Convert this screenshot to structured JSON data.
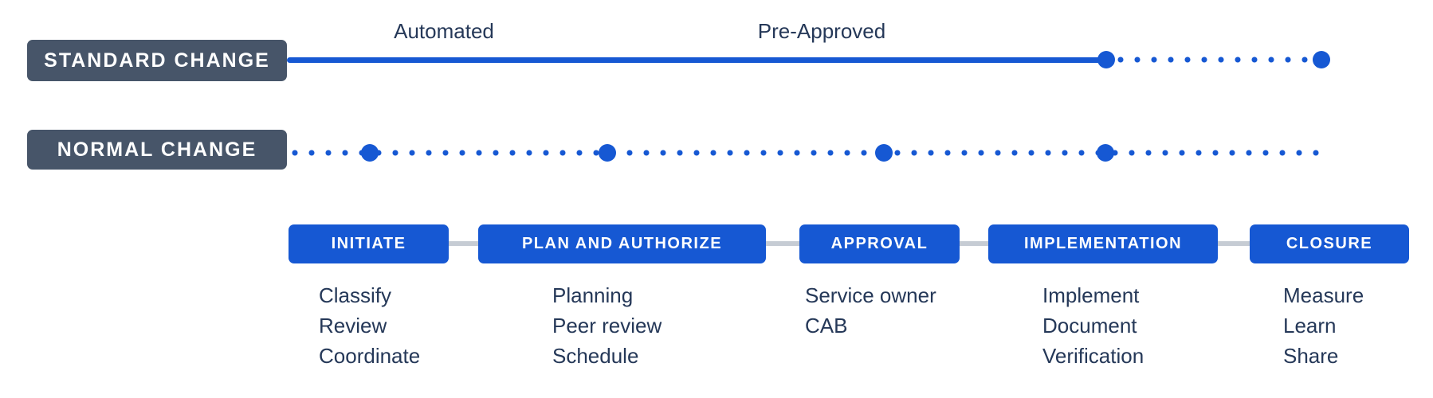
{
  "colors": {
    "blue": "#1658d3",
    "slate": "#475569",
    "navy": "#253858",
    "connector": "#c6ccd4",
    "background": "#ffffff"
  },
  "tracks": {
    "standard": {
      "label": "STANDARD CHANGE"
    },
    "normal": {
      "label": "NORMAL CHANGE"
    }
  },
  "annotations": {
    "automated": "Automated",
    "pre_approved": "Pre-Approved"
  },
  "stages": [
    {
      "label": "INITIATE",
      "items": [
        "Classify",
        "Review",
        "Coordinate"
      ]
    },
    {
      "label": "PLAN AND AUTHORIZE",
      "items": [
        "Planning",
        "Peer review",
        "Schedule"
      ]
    },
    {
      "label": "APPROVAL",
      "items": [
        "Service owner",
        "CAB"
      ]
    },
    {
      "label": "IMPLEMENTATION",
      "items": [
        "Implement",
        "Document",
        "Verification"
      ]
    },
    {
      "label": "CLOSURE",
      "items": [
        "Measure",
        "Learn",
        "Share"
      ]
    }
  ]
}
